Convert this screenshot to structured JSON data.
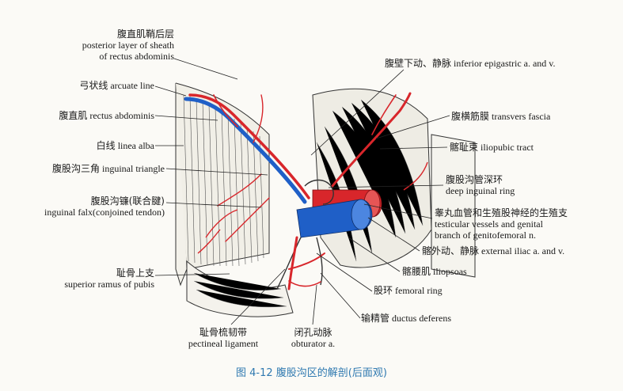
{
  "labels": {
    "posterior_sheath_cn": "腹直肌鞘后层",
    "posterior_sheath_en1": "posterior layer of sheath",
    "posterior_sheath_en2": "of rectus abdominis",
    "arcuate_cn": "弓状线",
    "arcuate_en": "arcuate line",
    "rectus_cn": "腹直肌",
    "rectus_en": "rectus abdominis",
    "linea_alba_cn": "白线",
    "linea_alba_en": "linea alba",
    "inguinal_triangle_cn": "腹股沟三角",
    "inguinal_triangle_en": "inguinal triangle",
    "inguinal_falx_cn": "腹股沟镰(联合腱)",
    "inguinal_falx_en": "inguinal falx(conjoined tendon)",
    "pubis_cn": "耻骨上支",
    "pubis_en": "superior ramus of pubis",
    "pectineal_cn": "耻骨梳韧带",
    "pectineal_en": "pectineal ligament",
    "obturator_cn": "闭孔动脉",
    "obturator_en": "obturator a.",
    "epigastric_cn": "腹壁下动、静脉",
    "epigastric_en": "inferior epigastric a. and v.",
    "transvers_cn": "腹横筋膜",
    "transvers_en": "transvers fascia",
    "iliopubic_cn": "髂耻束",
    "iliopubic_en": "iliopubic tract",
    "deep_ring_cn": "腹股沟管深环",
    "deep_ring_en": "deep inguinal ring",
    "testicular_cn": "睾丸血管和生殖股神经的生殖支",
    "testicular_en1": "testicular vessels and genital",
    "testicular_en2": "branch of genitofemoral n.",
    "external_iliac_cn": "髂外动、静脉",
    "external_iliac_en": "external iliac a. and v.",
    "iliopsoas_cn": "髂腰肌",
    "iliopsoas_en": "iliopsoas",
    "femoral_ring_cn": "股环",
    "femoral_ring_en": "femoral ring",
    "ductus_cn": "输精管",
    "ductus_en": "ductus deferens"
  },
  "caption": "图 4-12   腹股沟区的解剖(后面观)",
  "colors": {
    "artery": "#d8262b",
    "vein": "#1f5fc7",
    "line": "#222222",
    "caption": "#2f79b0",
    "background": "#fbfaf6"
  }
}
